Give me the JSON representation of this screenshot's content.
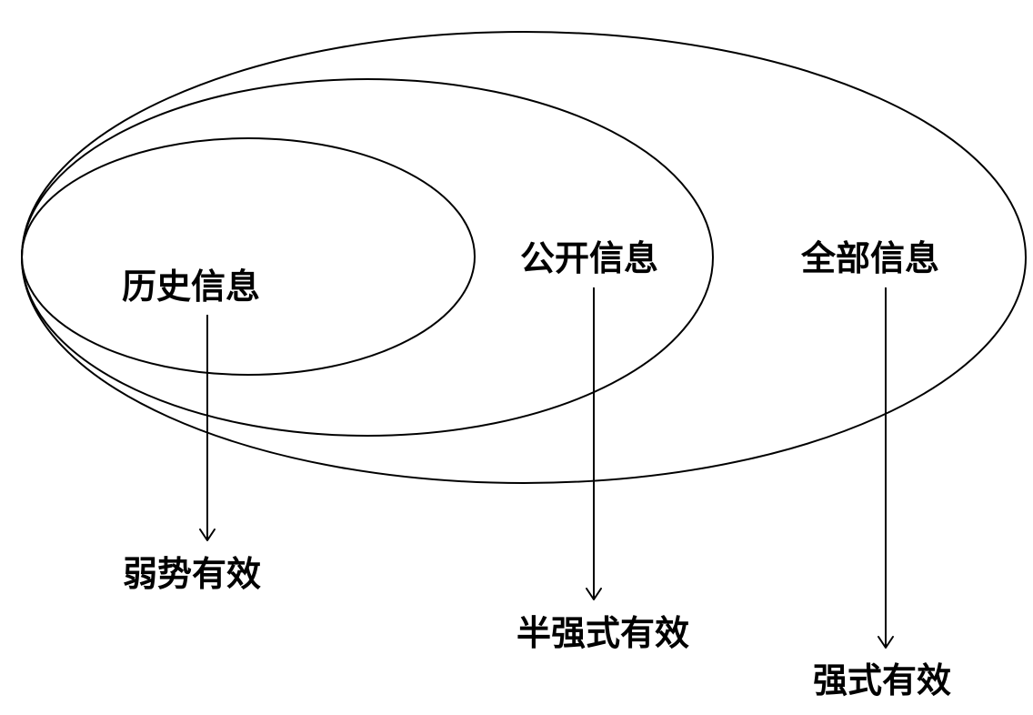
{
  "info_sets": {
    "historical": "历史信息",
    "public": "公开信息",
    "all": "全部信息"
  },
  "efficiency_forms": {
    "weak": "弱势有效",
    "semi_strong": "半强式有效",
    "strong": "强式有效"
  }
}
